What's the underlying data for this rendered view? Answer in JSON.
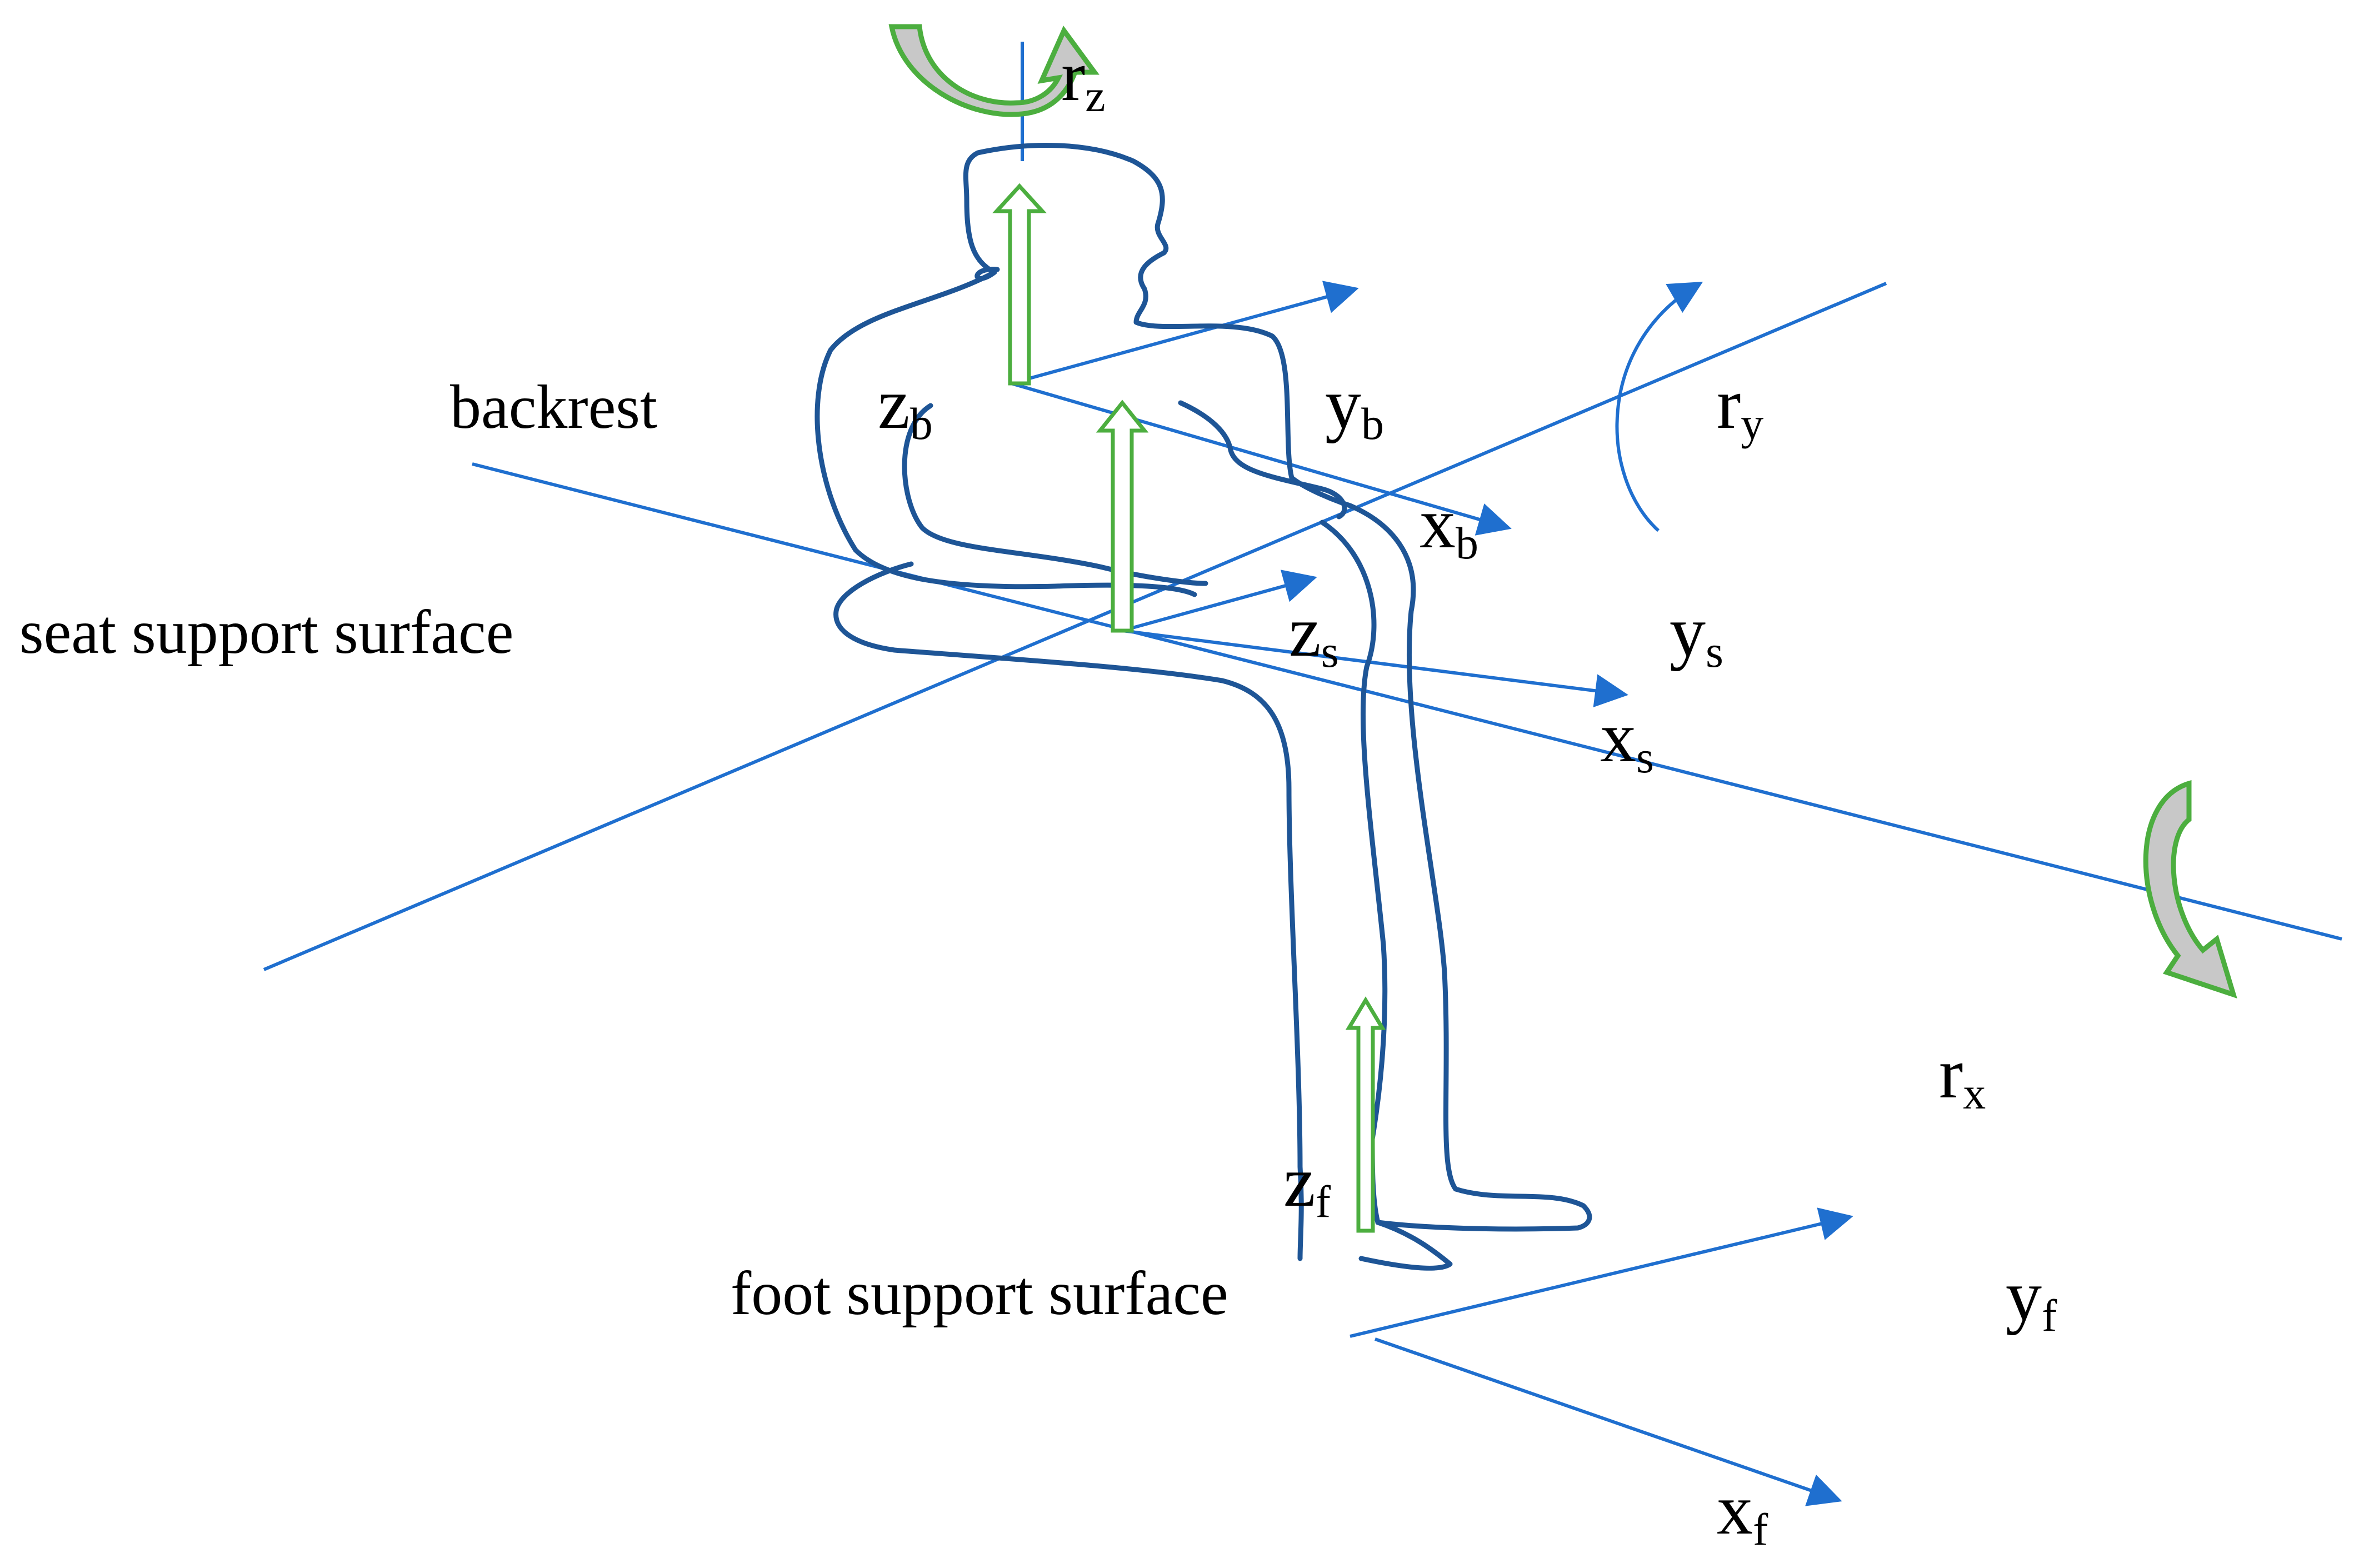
{
  "labels": {
    "backrest": "backrest",
    "seat_support_surface": "seat support surface",
    "foot_support_surface": "foot support surface"
  },
  "axes": {
    "zb": {
      "main": "z",
      "sub": "b"
    },
    "yb": {
      "main": "y",
      "sub": "b"
    },
    "xb": {
      "main": "x",
      "sub": "b"
    },
    "zs": {
      "main": "z",
      "sub": "s"
    },
    "ys": {
      "main": "y",
      "sub": "s"
    },
    "xs": {
      "main": "x",
      "sub": "s"
    },
    "zf": {
      "main": "z",
      "sub": "f"
    },
    "yf": {
      "main": "y",
      "sub": "f"
    },
    "xf": {
      "main": "x",
      "sub": "f"
    },
    "rz": {
      "main": "r",
      "sub": "z"
    },
    "ry": {
      "main": "r",
      "sub": "y"
    },
    "rx": {
      "main": "r",
      "sub": "x"
    }
  },
  "colors": {
    "axis": "#1f6fcf",
    "body_outline": "#1e5596",
    "force_arrow": "#4cae3f",
    "rotation_fill": "#c8c8c8"
  }
}
